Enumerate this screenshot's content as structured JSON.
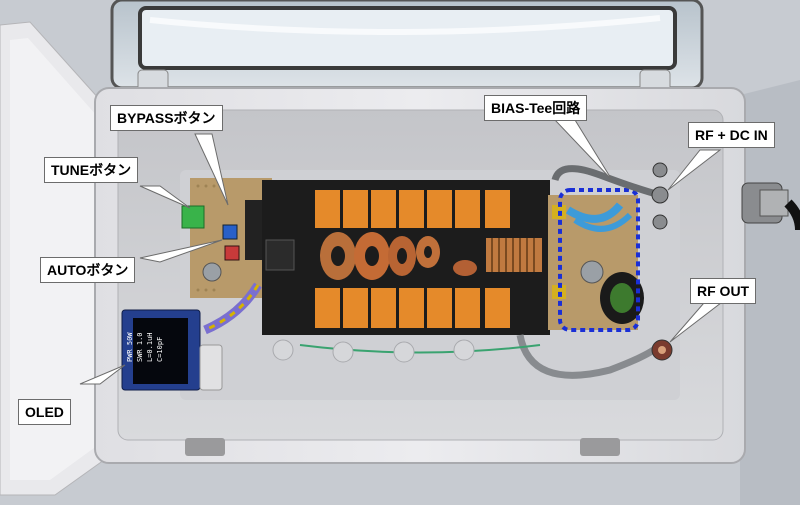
{
  "labels": {
    "bypass": "BYPASSボタン",
    "tune": "TUNEボタン",
    "auto": "AUTOボタン",
    "oled": "OLED",
    "bias_tee": "BIAS-Tee回路",
    "rf_dc_in": "RF + DC IN",
    "rf_out": "RF OUT"
  },
  "colors": {
    "enclosure": "#e7e7ea",
    "background": "#c9ccd2",
    "pcb": "#b89a6a",
    "board": "#1c1c1c",
    "relay": "#e58a2a",
    "highlight_box": "#1a2fd6"
  }
}
